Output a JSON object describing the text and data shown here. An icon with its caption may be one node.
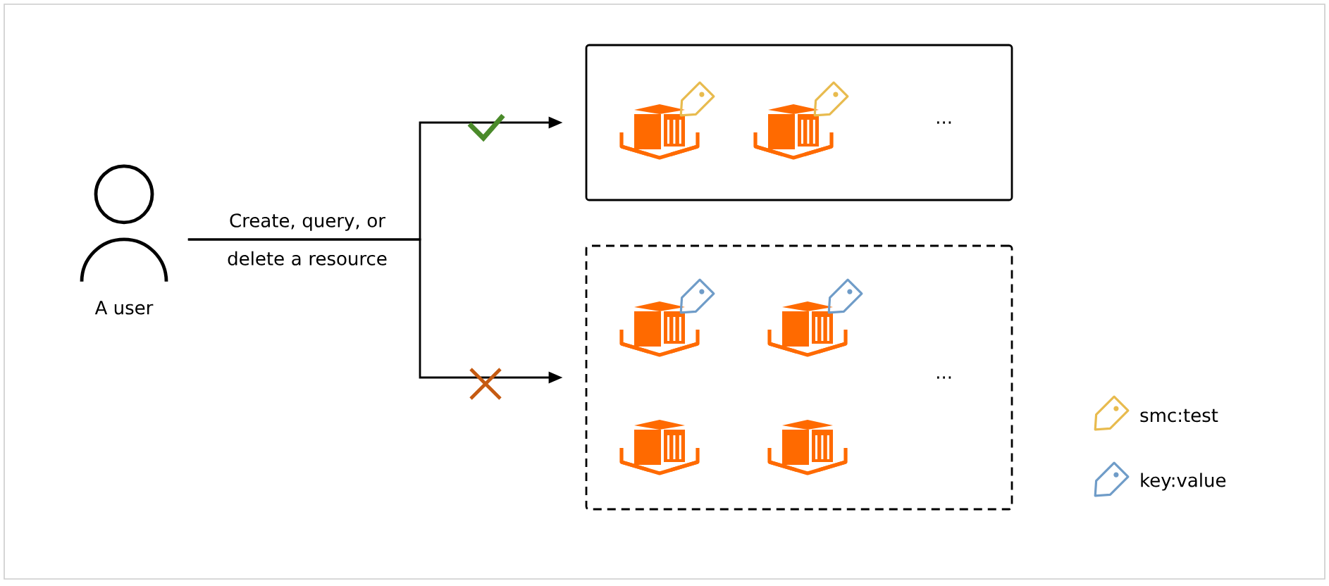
{
  "diagram": {
    "nodes": [
      {
        "text": [
          "A user"
        ]
      },
      {
        "text": [
          "..."
        ]
      },
      {
        "text": [
          "..."
        ]
      }
    ],
    "edges": [
      {
        "from": 0,
        "to": 1,
        "arrow": "to",
        "label": "Create, query, or delete a resource"
      },
      {
        "from": 0,
        "to": 2,
        "arrow": "to"
      }
    ],
    "legend": [
      {
        "text": "smc:test"
      },
      {
        "text": "key:value"
      }
    ]
  }
}
